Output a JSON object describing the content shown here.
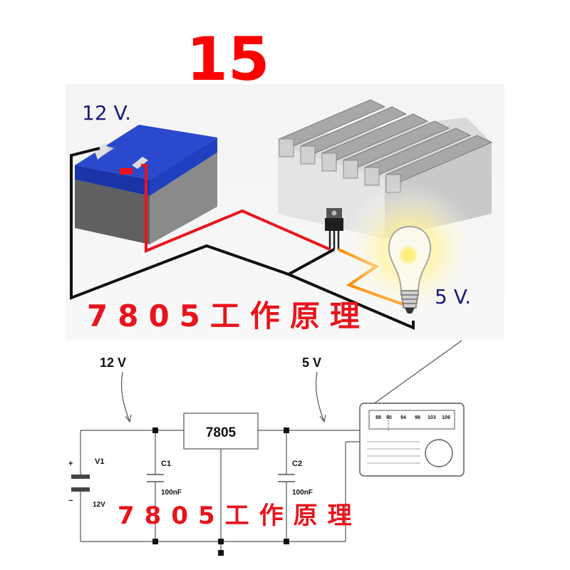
{
  "header": {
    "number": "15"
  },
  "illustration": {
    "battery_label": "12 V.",
    "lamp_label": "5 V.",
    "title": "7805工作原理"
  },
  "schematic": {
    "input_label": "12 V",
    "output_label": "5 V",
    "regulator_label": "7805",
    "source": {
      "name": "V1",
      "value": "12V",
      "plus": "+",
      "minus": "−"
    },
    "c1": {
      "name": "C1",
      "value": "100nF"
    },
    "c2": {
      "name": "C2",
      "value": "100nF"
    },
    "radio_scale": [
      "88",
      "90",
      "94",
      "98",
      "103",
      "108"
    ],
    "title": "7805工作原理"
  },
  "colors": {
    "header_red": "#ff0000",
    "title_red": "#e8141c",
    "label_blue": "#1a1a7a",
    "battery_top": "#1f3fd6",
    "wire_red": "#e8141c",
    "wire_orange": "#ff8c00"
  }
}
